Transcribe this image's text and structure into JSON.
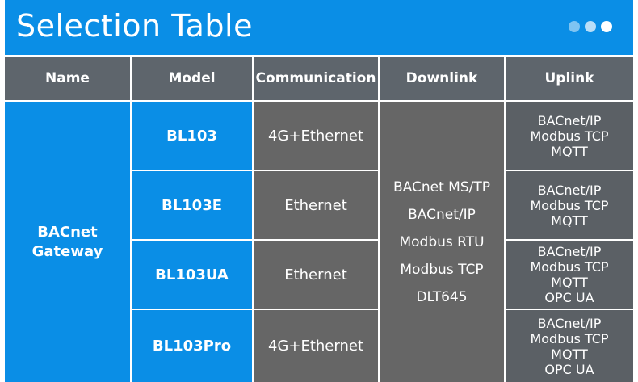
{
  "title": "Selection Table",
  "header": {
    "name": "Name",
    "model": "Model",
    "communication": "Communication",
    "downlink": "Downlink",
    "uplink": "Uplink"
  },
  "name_value": [
    "BACnet",
    "Gateway"
  ],
  "rows": [
    {
      "model": "BL103",
      "communication": "4G+Ethernet",
      "uplink": [
        "BACnet/IP",
        "Modbus TCP",
        "MQTT"
      ]
    },
    {
      "model": "BL103E",
      "communication": "Ethernet",
      "uplink": [
        "BACnet/IP",
        "Modbus TCP",
        "MQTT"
      ]
    },
    {
      "model": "BL103UA",
      "communication": "Ethernet",
      "uplink": [
        "BACnet/IP",
        "Modbus TCP",
        "MQTT",
        "OPC UA"
      ]
    },
    {
      "model": "BL103Pro",
      "communication": "4G+Ethernet",
      "uplink": [
        "BACnet/IP",
        "Modbus TCP",
        "MQTT",
        "OPC UA"
      ]
    }
  ],
  "downlink": [
    "BACnet MS/TP",
    "BACnet/IP",
    "Modbus RTU",
    "Modbus TCP",
    "DLT645"
  ],
  "colors": {
    "accent_blue": "#0a8ee6",
    "header_gray": "#5e656c",
    "cell_gray": "#666666",
    "uplink_gray": "#5b6065"
  },
  "icons": [
    "pagination-dots-icon"
  ]
}
